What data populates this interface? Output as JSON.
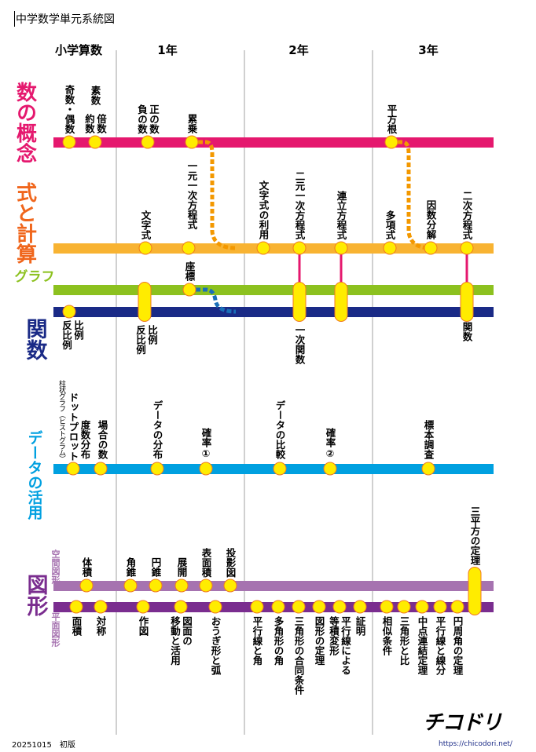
{
  "title": "中学数学単元系統図",
  "years": [
    "小学算数",
    "1年",
    "2年",
    "3年"
  ],
  "rows": {
    "number": {
      "title": "数の概念",
      "color": "#e5186e"
    },
    "expr": {
      "title": "式と計算",
      "color": "#f0661c",
      "line": "#f8b332"
    },
    "graph": {
      "title": "グラフ",
      "color": "#8cc11f"
    },
    "func": {
      "title": "関数",
      "color": "#1a2a86"
    },
    "data": {
      "title": "データの活用",
      "color": "#00a0e0"
    },
    "shape": {
      "title": "図形",
      "color": "#7a2d8f",
      "space": "空間図形",
      "space_color": "#a673b0",
      "plane": "平面図形"
    }
  },
  "labels": {
    "number": [
      "奇数・偶数",
      "素数",
      "倍数\n約数",
      "正の数\n負の数",
      "累乗",
      "平方根"
    ],
    "expr": [
      "文字式",
      "一元一次方程式",
      "文字式の利用",
      "二元一次方程式",
      "連立方程式",
      "多項式",
      "因数分解",
      "二次方程式"
    ],
    "graph": [
      "座標"
    ],
    "func": [
      "比例\n反比例",
      "比例\n反比例",
      "一次関数",
      "関数"
    ],
    "data": [
      "度数分布",
      "ドットプロット",
      "柱状グラフ（ヒストグラム）",
      "場合の数",
      "データの分布",
      "確率①",
      "データの比較",
      "確率②",
      "標本調査"
    ],
    "space": [
      "体積",
      "角錐",
      "円錐",
      "展開",
      "表面積",
      "投影図",
      "三平方の定理"
    ],
    "plane": [
      "面積",
      "対称",
      "作図",
      "図面の\n移動と活用",
      "おうぎ形と弧",
      "平行線と角",
      "多角形の角",
      "三角形の合同条件",
      "図形の定理",
      "平行線による\n等積変形",
      "証明",
      "相似条件",
      "三角形と比",
      "中点連結定理",
      "平行線と線分",
      "円周角の定理"
    ]
  },
  "footer": {
    "edition": "20251015　初版",
    "logo": "チコドリ",
    "url": "https://chicodori.net/"
  }
}
